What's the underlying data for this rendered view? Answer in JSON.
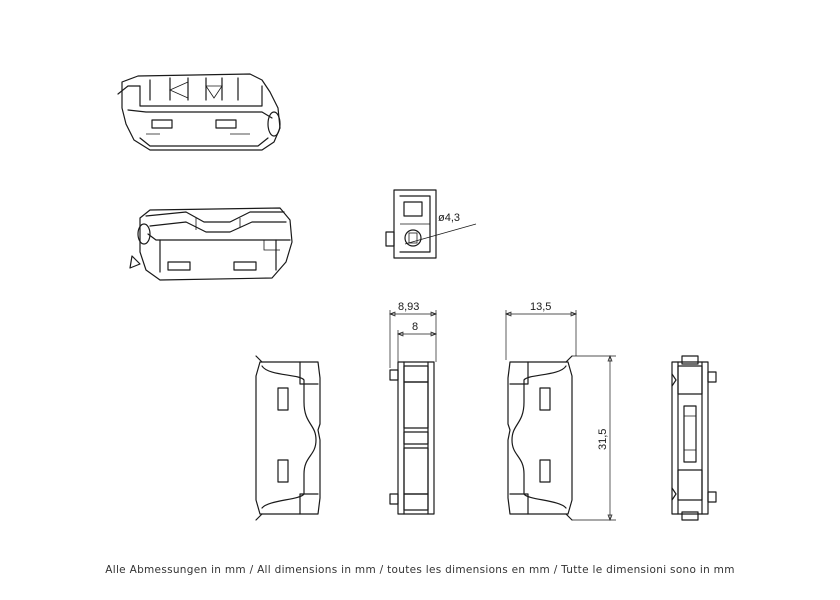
{
  "dimensions": {
    "diameter": "ø4,3",
    "width_outer": "8,93",
    "width_inner": "8",
    "depth": "13,5",
    "height": "31,5"
  },
  "footer_note": "Alle Abmessungen in mm / All dimensions in mm / toutes les dimensions en mm / Tutte le dimensioni sono in mm"
}
